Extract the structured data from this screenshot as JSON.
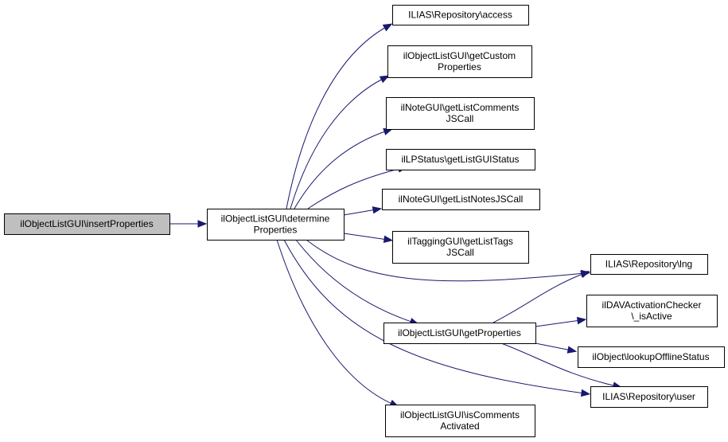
{
  "diagram": {
    "type": "call-graph",
    "edge_color": "#191970",
    "root_fill": "#bfbfbf",
    "node_fill": "#ffffff",
    "nodes": [
      {
        "id": "insertProperties",
        "lines": [
          "ilObjectListGUI\\insertProperties"
        ],
        "root": true
      },
      {
        "id": "determineProperties",
        "lines": [
          "ilObjectListGUI\\determine",
          "Properties"
        ]
      },
      {
        "id": "access",
        "lines": [
          "ILIAS\\Repository\\access"
        ]
      },
      {
        "id": "getCustomProperties",
        "lines": [
          "ilObjectListGUI\\getCustom",
          "Properties"
        ]
      },
      {
        "id": "getListCommentsJSCall",
        "lines": [
          "ilNoteGUI\\getListComments",
          "JSCall"
        ]
      },
      {
        "id": "getListGUIStatus",
        "lines": [
          "ilLPStatus\\getListGUIStatus"
        ]
      },
      {
        "id": "getListNotesJSCall",
        "lines": [
          "ilNoteGUI\\getListNotesJSCall"
        ]
      },
      {
        "id": "getListTagsJSCall",
        "lines": [
          "ilTaggingGUI\\getListTags",
          "JSCall"
        ]
      },
      {
        "id": "lng",
        "lines": [
          "ILIAS\\Repository\\lng"
        ]
      },
      {
        "id": "isActive",
        "lines": [
          "ilDAVActivationChecker",
          "\\_isActive"
        ]
      },
      {
        "id": "getProperties",
        "lines": [
          "ilObjectListGUI\\getProperties"
        ]
      },
      {
        "id": "lookupOfflineStatus",
        "lines": [
          "ilObject\\lookupOfflineStatus"
        ]
      },
      {
        "id": "user",
        "lines": [
          "ILIAS\\Repository\\user"
        ]
      },
      {
        "id": "isCommentsActivated",
        "lines": [
          "ilObjectListGUI\\isComments",
          "Activated"
        ]
      }
    ],
    "edges": [
      {
        "from": "insertProperties",
        "to": "determineProperties"
      },
      {
        "from": "determineProperties",
        "to": "access"
      },
      {
        "from": "determineProperties",
        "to": "getCustomProperties"
      },
      {
        "from": "determineProperties",
        "to": "getListCommentsJSCall"
      },
      {
        "from": "determineProperties",
        "to": "getListGUIStatus"
      },
      {
        "from": "determineProperties",
        "to": "getListNotesJSCall"
      },
      {
        "from": "determineProperties",
        "to": "getListTagsJSCall"
      },
      {
        "from": "determineProperties",
        "to": "lng"
      },
      {
        "from": "determineProperties",
        "to": "getProperties"
      },
      {
        "from": "determineProperties",
        "to": "user"
      },
      {
        "from": "determineProperties",
        "to": "isCommentsActivated"
      },
      {
        "from": "getProperties",
        "to": "lng"
      },
      {
        "from": "getProperties",
        "to": "isActive"
      },
      {
        "from": "getProperties",
        "to": "lookupOfflineStatus"
      },
      {
        "from": "getProperties",
        "to": "user"
      }
    ]
  }
}
